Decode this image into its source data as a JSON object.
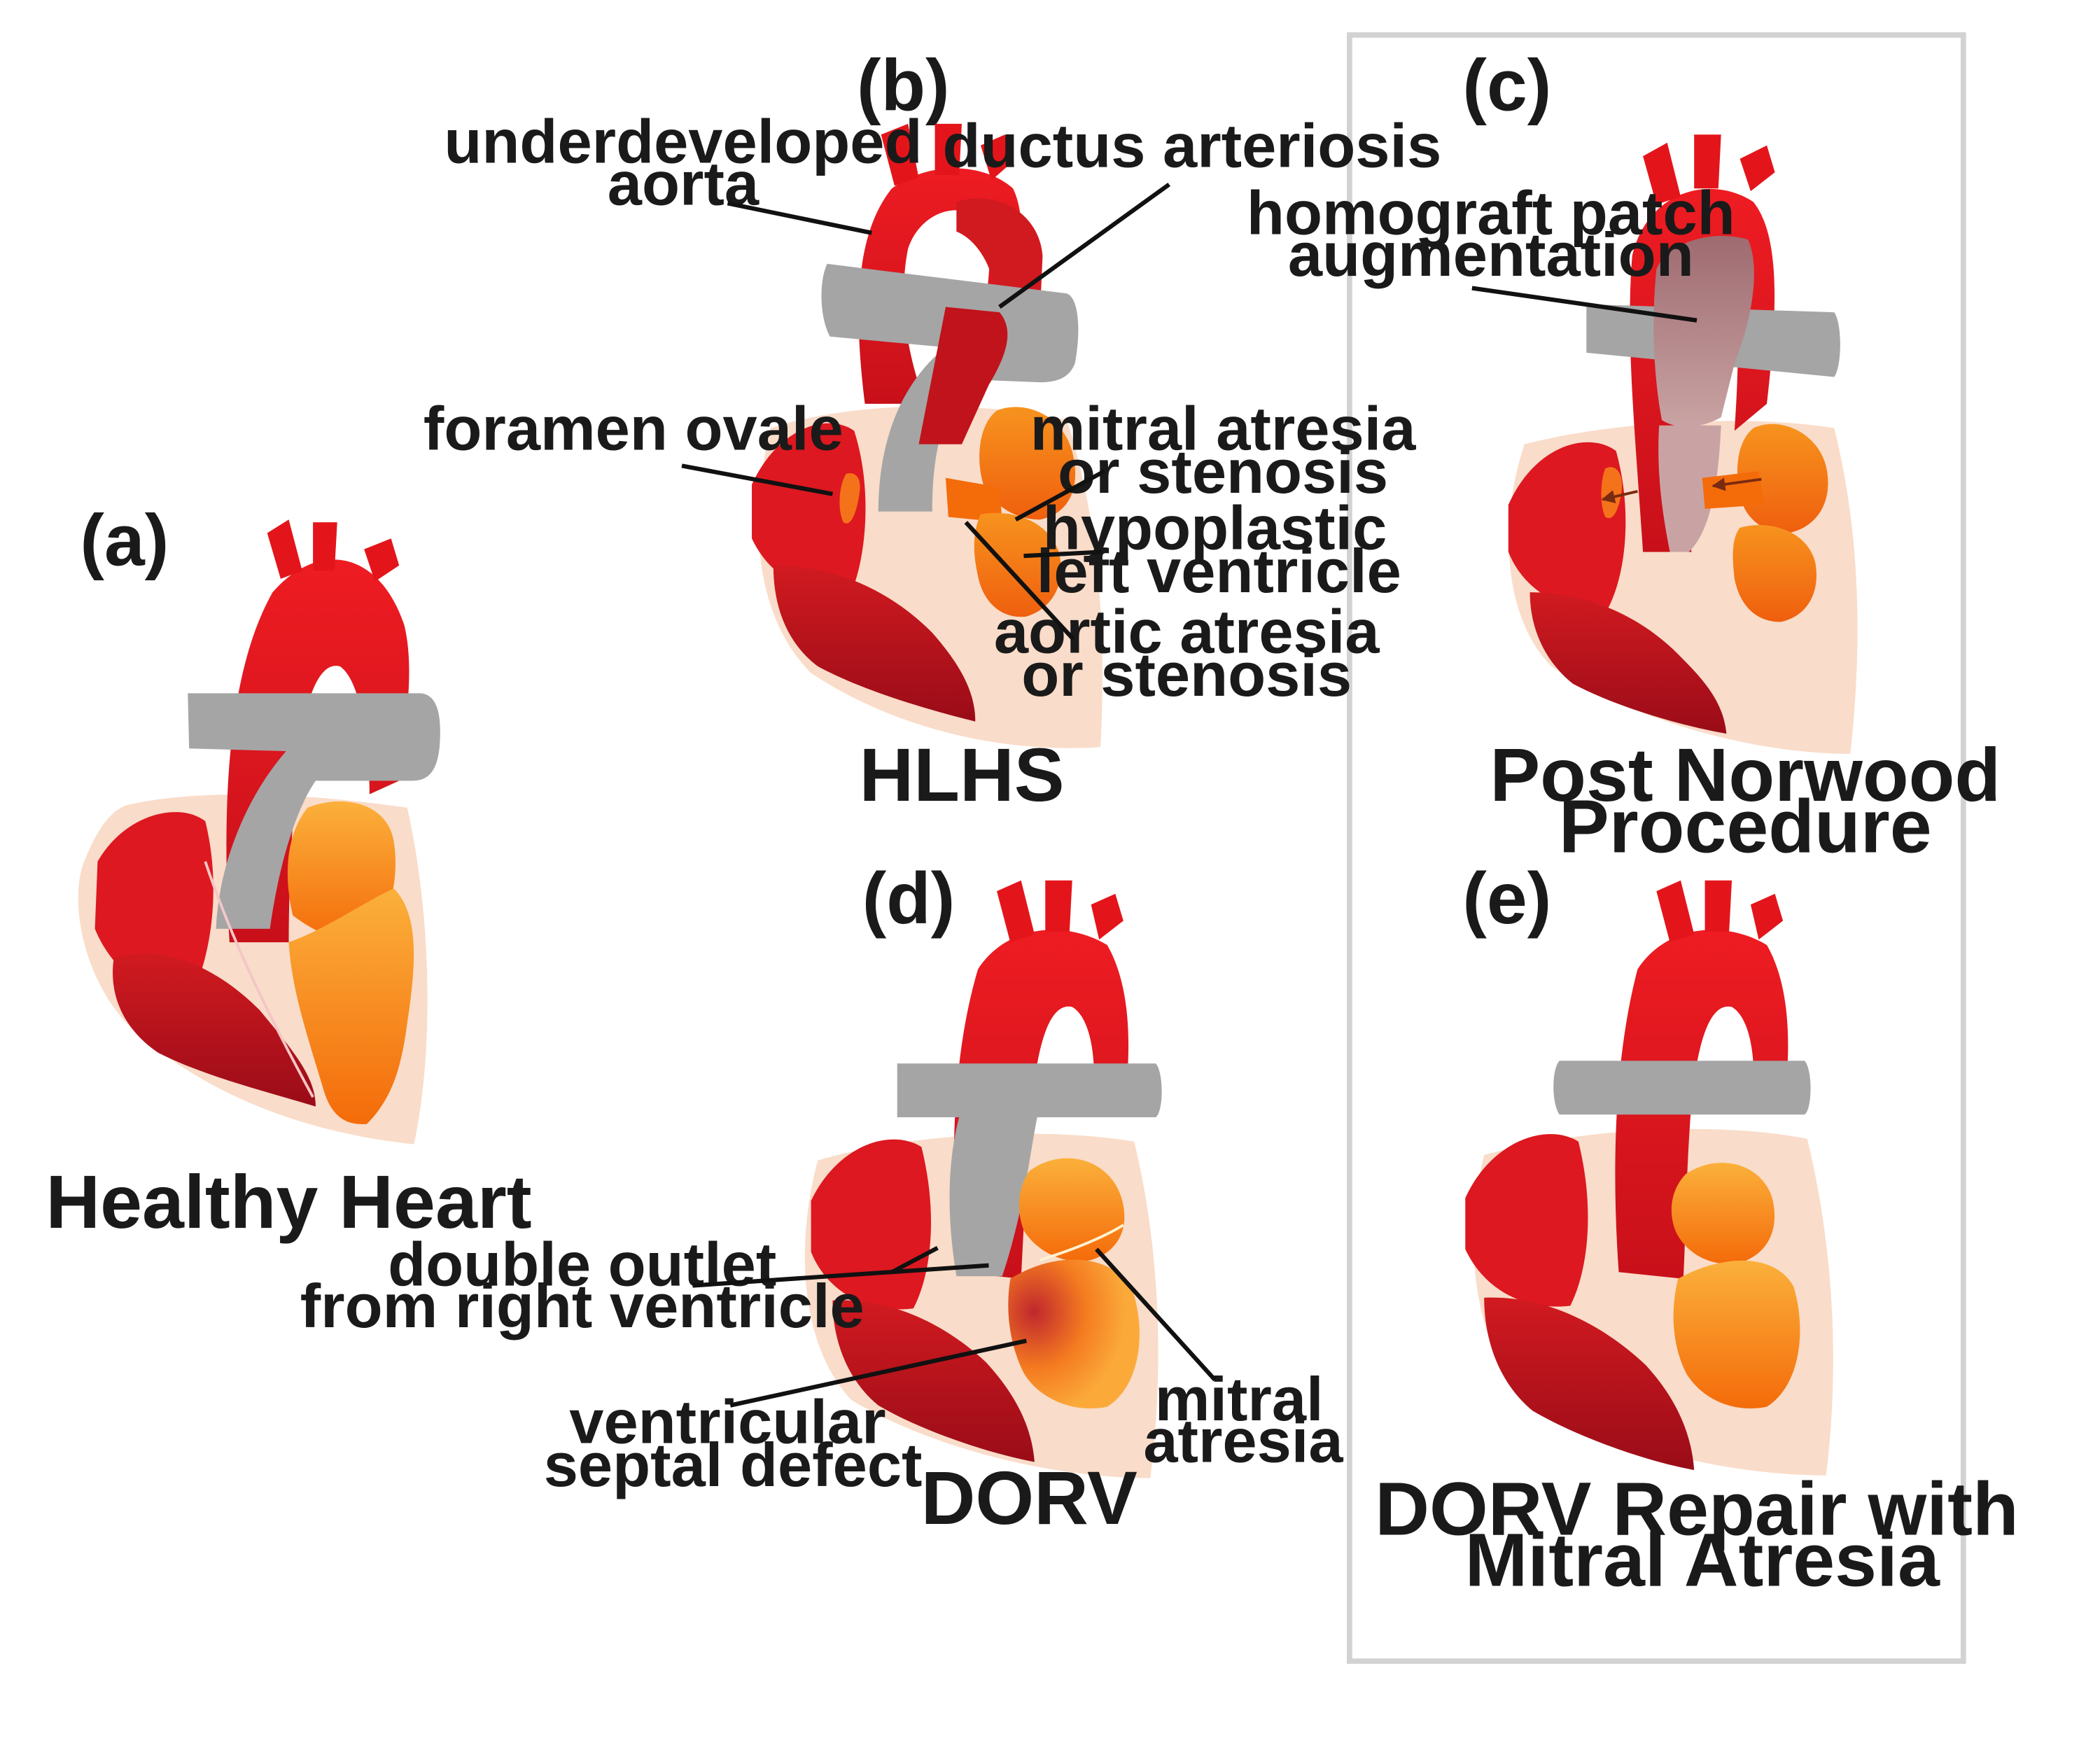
{
  "panels": {
    "a": {
      "label": "(a)",
      "title": [
        "Healthy Heart"
      ]
    },
    "b": {
      "label": "(b)",
      "title": [
        "HLHS"
      ],
      "annotations": {
        "underdeveloped_aorta": [
          "underdeveloped",
          "aorta"
        ],
        "ductus_arteriosis": [
          "ductus arteriosis"
        ],
        "foramen_ovale": [
          "foramen ovale"
        ],
        "mitral_atresia_or_stenosis": [
          "mitral atresia",
          "or stenosis"
        ],
        "hypoplastic_left_ventricle": [
          "hypoplastic",
          "left ventricle"
        ],
        "aortic_atresia_or_stenosis": [
          "aortic atresia",
          "or stenosis"
        ]
      }
    },
    "c": {
      "label": "(c)",
      "title": [
        "Post Norwood",
        "Procedure"
      ],
      "annotations": {
        "homograft_patch_augmentation": [
          "homograft patch",
          "augmentation"
        ]
      }
    },
    "d": {
      "label": "(d)",
      "title": [
        "DORV"
      ],
      "annotations": {
        "double_outlet": [
          "double outlet",
          "from right ventricle"
        ],
        "ventricular_septal_defect": [
          "ventricular",
          "septal defect"
        ],
        "mitral_atresia": [
          "mitral",
          "atresia"
        ]
      }
    },
    "e": {
      "label": "(e)",
      "title": [
        "DORV Repair with",
        "Mitral Atresia"
      ]
    }
  },
  "colors": {
    "aorta_red": "#e3151b",
    "ventricle_dark_red": "#b0101c",
    "left_heart_orange": "#f79a24",
    "pulmonary_gray": "#a5a5a5",
    "pericardium_peach": "#f9dcc9",
    "box_border": "#d2d2d2"
  }
}
